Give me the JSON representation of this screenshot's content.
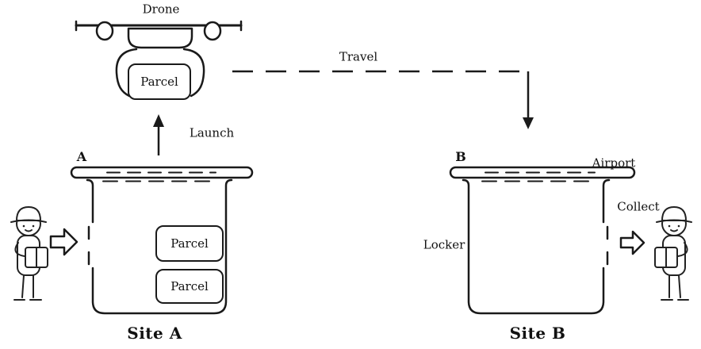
{
  "drone": {
    "label": "Drone",
    "parcel": "Parcel"
  },
  "flow": {
    "travel": "Travel",
    "launch": "Launch"
  },
  "site_a": {
    "letter": "A",
    "caption": "Site A",
    "parcels": [
      "Parcel",
      "Parcel"
    ]
  },
  "site_b": {
    "letter": "B",
    "caption": "Site B",
    "airport": "Airport",
    "locker": "Locker",
    "collect": "Collect"
  },
  "colors": {
    "ink": "#1a1a1a",
    "background": "#ffffff"
  }
}
